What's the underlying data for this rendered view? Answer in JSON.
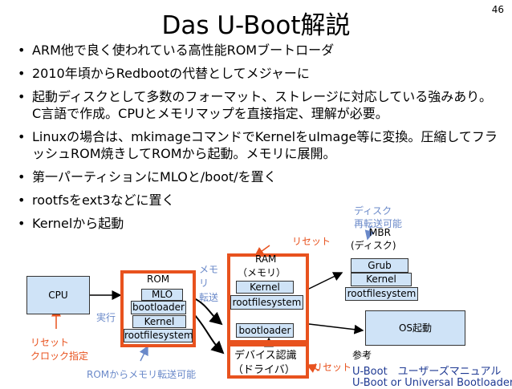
{
  "slide": {
    "number": "46",
    "title": "Das U-Boot解説"
  },
  "bullets": [
    "ARM他で良く使われている高性能ROMブートローダ",
    "2010年頃からRedbootの代替としてメジャーに",
    "起動ディスクとして多数のフォーマット、ストレージに対応している強みあり。C言語で作成。CPUとメモリマップを直接指定、理解が必要。",
    "Linuxの場合は、mkimageコマンドでKernelをuImage等に変換。圧縮してフラッシュROM焼きしてROMから起動。メモリに展開。",
    "第一パーティションにMLOと/boot/を置く",
    "rootfsをext3などに置く",
    "Kernelから起動"
  ],
  "bullet_symbol": "•",
  "diagram": {
    "cpu": "CPU",
    "rom": {
      "title": "ROM",
      "items": [
        "MLO",
        "bootloader",
        "Kernel",
        "rootfilesystem"
      ]
    },
    "ram": {
      "title": "RAM",
      "subtitle": "（メモリ）",
      "items": [
        "Kernel",
        "rootfilesystem",
        "bootloader"
      ]
    },
    "mbr": {
      "title": "MBR",
      "subtitle": "(ディスク)",
      "items": [
        "Grub",
        "Kernel",
        "rootfilesystem"
      ]
    },
    "device": {
      "line1": "デバイス認識",
      "line2": "（ドライバ）"
    },
    "os_boot": "OS起動",
    "labels": {
      "exec": "実行",
      "mem_transfer": [
        "メモ",
        "リ",
        "転送"
      ],
      "disk_transfer": [
        "ディスク",
        "再転送可能"
      ],
      "reset_top": "リセット",
      "reset_bottom": "リセット",
      "reset_clock": [
        "リセット",
        "クロック指定"
      ],
      "rom_transfer": "ROMからメモリ転送可能",
      "ref_title": "参考",
      "ref_link1": "U-Boot　ユーザーズマニュアル",
      "ref_link2": "U-Boot or Universal Bootloader"
    }
  },
  "colors": {
    "box_fill": "#cfe3f7",
    "accent_red": "#e8521e",
    "label_blue": "#6a89c9",
    "link_navy": "#1f3a93"
  }
}
